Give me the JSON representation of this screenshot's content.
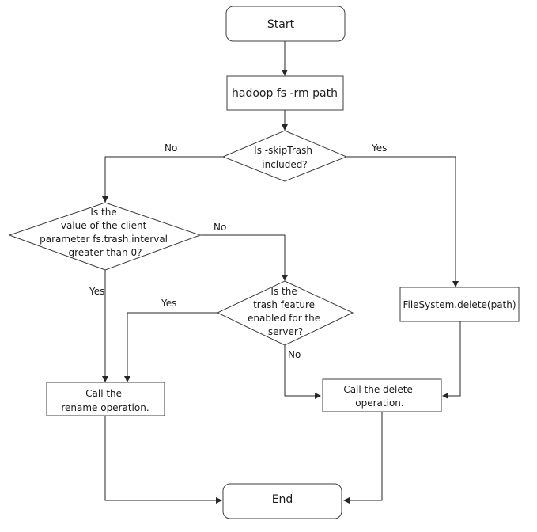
{
  "nodes": {
    "start": {
      "label": "Start"
    },
    "rm_command": {
      "label": "hadoop fs -rm path"
    },
    "skip_trash_decision": {
      "lines": [
        "Is -skipTrash",
        "included?"
      ]
    },
    "interval_decision": {
      "lines": [
        "Is the",
        "value of the client",
        "parameter fs.trash.interval",
        "greater than 0?"
      ]
    },
    "trash_feature_decision": {
      "lines": [
        "Is the",
        "trash feature",
        "enabled for the",
        "server?"
      ]
    },
    "filesystem_delete": {
      "label": "FileSystem.delete(path)"
    },
    "rename_operation": {
      "lines": [
        "Call the",
        "rename operation."
      ]
    },
    "delete_operation": {
      "lines": [
        "Call the delete",
        "operation."
      ]
    },
    "end": {
      "label": "End"
    }
  },
  "edge_labels": {
    "skip_trash_no": "No",
    "skip_trash_yes": "Yes",
    "interval_no": "No",
    "interval_yes": "Yes",
    "trash_feature_yes": "Yes",
    "trash_feature_no": "No"
  }
}
